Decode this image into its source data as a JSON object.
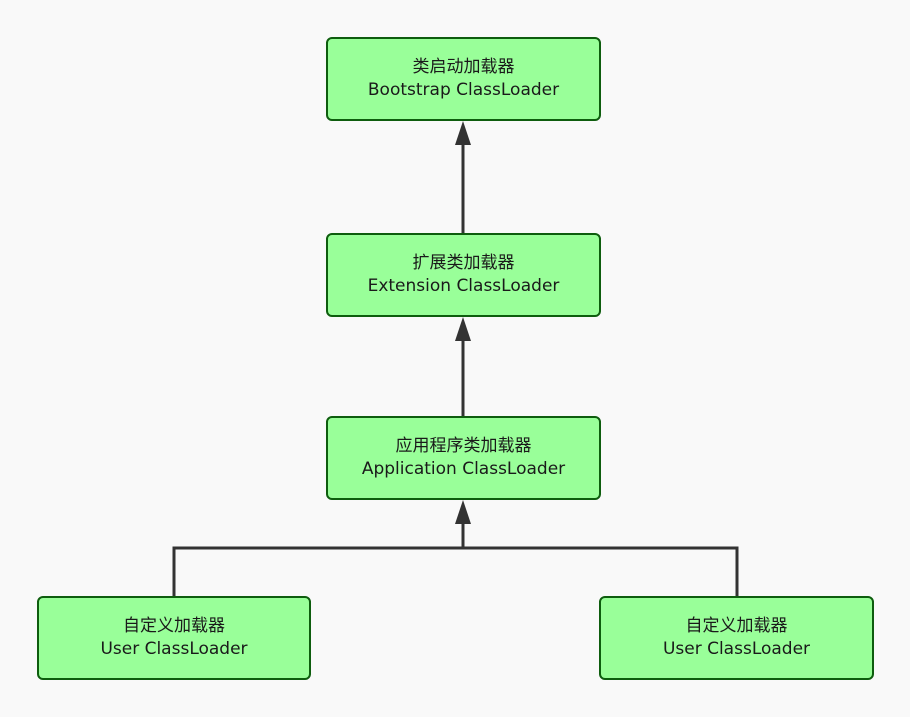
{
  "colors": {
    "background": "#f9f9f9",
    "node_fill": "#99ff99",
    "node_border": "#0e5d0e",
    "edge": "#333333",
    "text": "#1a1a1a"
  },
  "nodes": {
    "bootstrap": {
      "zh": "类启动加载器",
      "en": "Bootstrap ClassLoader"
    },
    "extension": {
      "zh": "扩展类加载器",
      "en": "Extension ClassLoader"
    },
    "application": {
      "zh": "应用程序类加载器",
      "en": "Application ClassLoader"
    },
    "user_left": {
      "zh": "自定义加载器",
      "en": "User ClassLoader"
    },
    "user_right": {
      "zh": "自定义加载器",
      "en": "User ClassLoader"
    }
  },
  "edges": [
    {
      "from": "extension",
      "to": "bootstrap"
    },
    {
      "from": "application",
      "to": "extension"
    },
    {
      "from": "user_left",
      "to": "application"
    },
    {
      "from": "user_right",
      "to": "application"
    }
  ]
}
